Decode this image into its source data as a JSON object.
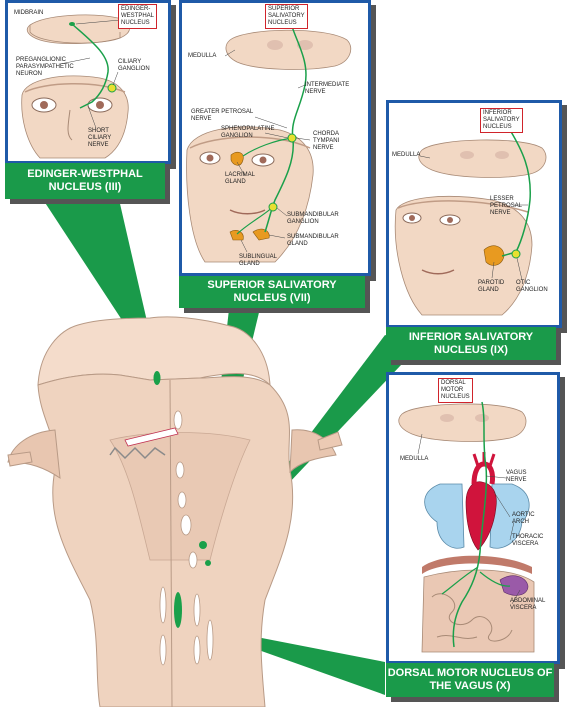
{
  "panels": {
    "edinger": {
      "caption_line1": "EDINGER-WESTPHAL",
      "caption_line2": "NUCLEUS (III)",
      "nucleus": "EDINGER-\nWESTPHAL\nNUCLEUS",
      "labels": {
        "midbrain": "MIDBRAIN",
        "preganglionic": "PREGANGLIONIC\nPARASYMPATHETIC\nNEURON",
        "ciliary_ganglion": "CILIARY\nGANGLION",
        "short_ciliary": "SHORT\nCILIARY\nNERVE"
      }
    },
    "superior": {
      "caption_line1": "SUPERIOR SALIVATORY",
      "caption_line2": "NUCLEUS (VII)",
      "nucleus": "SUPERIOR\nSALIVATORY\nNUCLEUS",
      "labels": {
        "medulla": "MEDULLA",
        "intermediate": "INTERMEDIATE\nNERVE",
        "greater_petrosal": "GREATER PETROSAL\nNERVE",
        "sphenopalatine": "SPHENOPALATINE\nGANGLION",
        "chorda_tympani": "CHORDA\nTYMPANI\nNERVE",
        "lacrimal": "LACRIMAL\nGLAND",
        "submandibular_ganglion": "SUBMANDIBULAR\nGANGLION",
        "submandibular_gland": "SUBMANDIBULAR\nGLAND",
        "sublingual": "SUBLINGUAL\nGLAND"
      }
    },
    "inferior": {
      "caption_line1": "INFERIOR SALIVATORY",
      "caption_line2": "NUCLEUS (IX)",
      "nucleus": "INFERIOR\nSALIVATORY\nNUCLEUS",
      "labels": {
        "medulla": "MEDULLA",
        "lesser_petrosal": "LESSER\nPETROSAL\nNERVE",
        "parotid": "PAROTID\nGLAND",
        "otic": "OTIC\nGANGLION"
      }
    },
    "vagus": {
      "caption_line1": "DORSAL MOTOR NUCLEUS OF",
      "caption_line2": "THE VAGUS (X)",
      "nucleus": "DORSAL\nMOTOR\nNUCLEUS",
      "labels": {
        "medulla": "MEDULLA",
        "vagus_nerve": "VAGUS\nNERVE",
        "aortic_arch": "AORTIC\nARCH",
        "thoracic": "THORACIC\nVISCERA",
        "abdominal": "ABDOMINAL\nVISCERA"
      }
    }
  },
  "colors": {
    "frame": "#1f5aa8",
    "caption": "#1a9a4a",
    "nerve": "#1aa04a",
    "ganglion": "#e8e030",
    "gland": "#e89a20",
    "nucleus_box": "#d0242b",
    "tissue": "#f2d8c4",
    "brainstem": "#efd3bf",
    "heart": "#d0143c",
    "lung": "#a9d4ee"
  }
}
